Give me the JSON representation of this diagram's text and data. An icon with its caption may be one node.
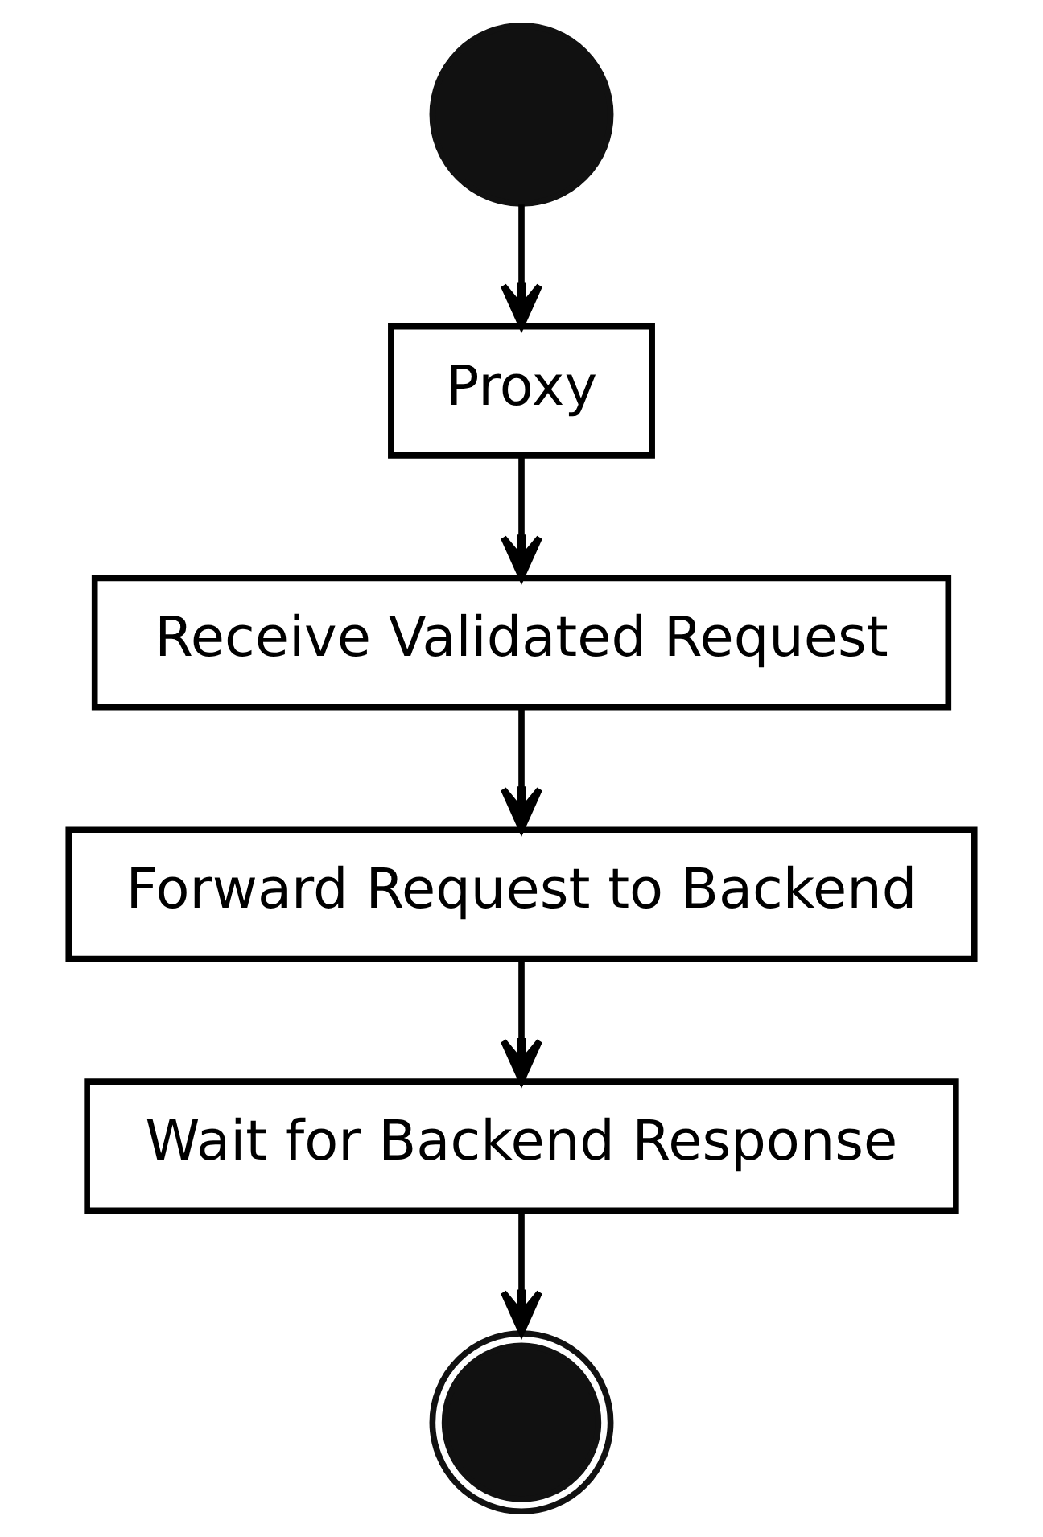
{
  "diagram": {
    "nodes": [
      {
        "text": [],
        "shape": "circle"
      },
      {
        "text": [
          "Proxy"
        ]
      },
      {
        "text": [
          "Receive Validated Request"
        ]
      },
      {
        "text": [
          "Forward Request to Backend"
        ]
      },
      {
        "text": [
          "Wait for Backend Response"
        ]
      },
      {
        "text": [],
        "shape": "bullseye"
      }
    ],
    "edges": [
      {
        "from": 0,
        "to": 1,
        "arrow": "to"
      },
      {
        "from": 1,
        "to": 2,
        "arrow": "to"
      },
      {
        "from": 2,
        "to": 3,
        "arrow": "to"
      },
      {
        "from": 3,
        "to": 4,
        "arrow": "to"
      },
      {
        "from": 4,
        "to": 5,
        "arrow": "to"
      }
    ]
  }
}
